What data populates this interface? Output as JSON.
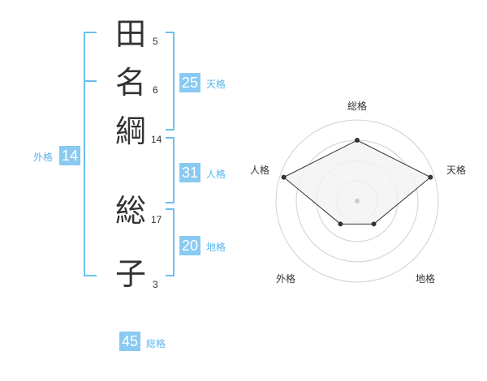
{
  "name": {
    "chars": [
      {
        "char": "田",
        "strokes": "5"
      },
      {
        "char": "名",
        "strokes": "6"
      },
      {
        "char": "綱",
        "strokes": "14"
      },
      {
        "char": "総",
        "strokes": "17"
      },
      {
        "char": "子",
        "strokes": "3"
      }
    ]
  },
  "scores": {
    "tenkaku": {
      "value": "25",
      "label": "天格"
    },
    "jinkaku": {
      "value": "31",
      "label": "人格"
    },
    "chikaku": {
      "value": "20",
      "label": "地格"
    },
    "gaikaku": {
      "value": "14",
      "label": "外格"
    },
    "soukaku": {
      "value": "45",
      "label": "総格"
    }
  },
  "bracket_color": "#6cc0ee",
  "box_color": "#89caf2",
  "chart_data": {
    "type": "radar",
    "axes": [
      "総格",
      "天格",
      "地格",
      "外格",
      "人格"
    ],
    "rings": 4,
    "values": [
      0.75,
      0.95,
      0.35,
      0.35,
      0.95
    ],
    "max": 1,
    "fill_color": "#f2f2f2",
    "line_color": "#333333",
    "center_dot_color": "#cccccc"
  }
}
